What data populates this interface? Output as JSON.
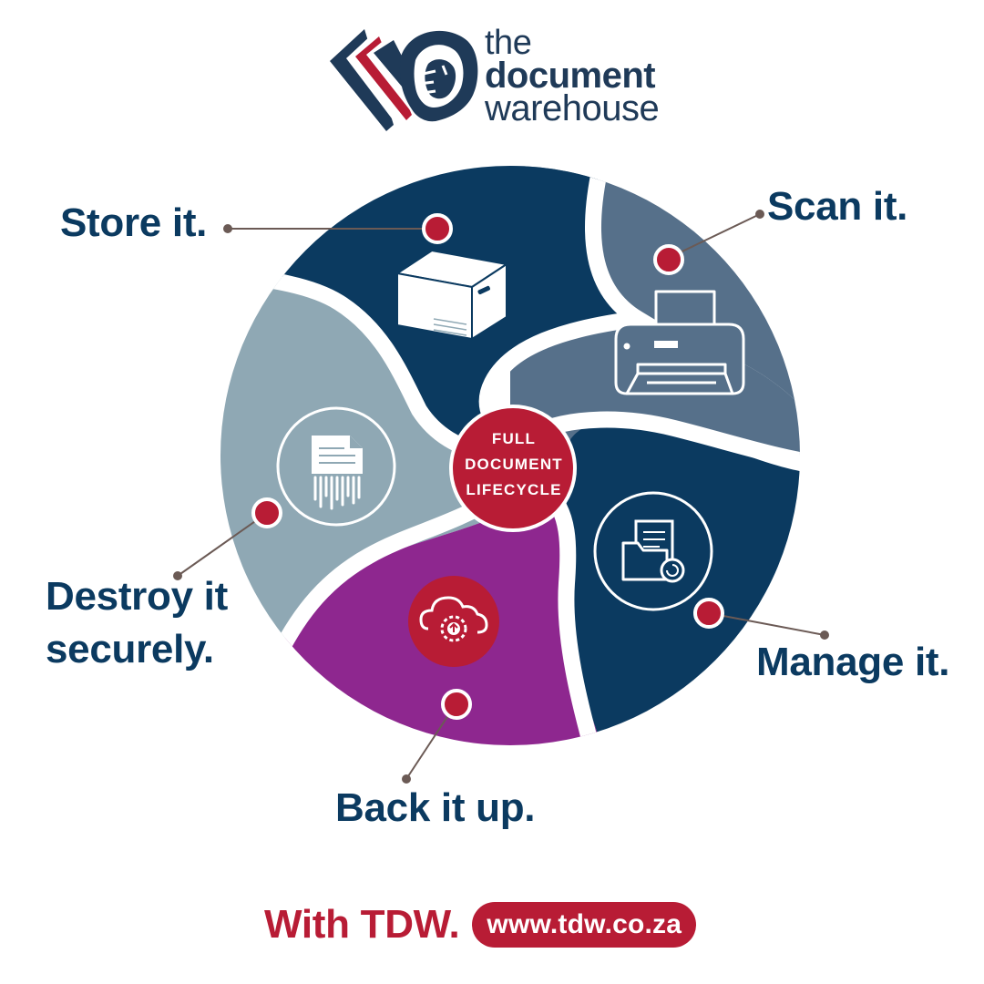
{
  "logo": {
    "line1": "the",
    "line2": "document",
    "line3": "warehouse",
    "icon": "lion-head-logo-icon"
  },
  "center": {
    "line1": "FULL",
    "line2": "DOCUMENT",
    "line3": "LIFECYCLE"
  },
  "stages": {
    "store": "Store it.",
    "scan": "Scan it.",
    "manage": "Manage it.",
    "backup": "Back it up.",
    "destroy_line1": "Destroy it",
    "destroy_line2": "securely."
  },
  "footer": {
    "tagline": "With TDW.",
    "url": "www.tdw.co.za"
  },
  "colors": {
    "navy": "#0b3a60",
    "slate": "#56708a",
    "lightslate": "#8fa8b4",
    "purple": "#8e278f",
    "red": "#b81c35"
  },
  "icons": [
    "archive-box-icon",
    "printer-icon",
    "folder-document-icon",
    "cloud-gear-icon",
    "paper-shredder-icon"
  ]
}
